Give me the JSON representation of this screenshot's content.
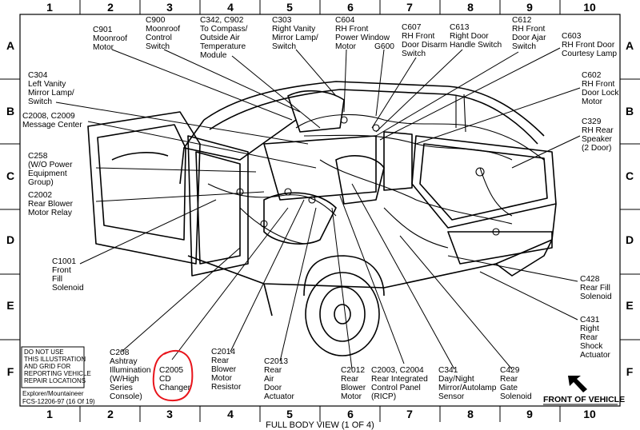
{
  "grid": {
    "columns": [
      "1",
      "2",
      "3",
      "4",
      "5",
      "6",
      "7",
      "8",
      "9",
      "10"
    ],
    "rows": [
      "A",
      "B",
      "C",
      "D",
      "E",
      "F"
    ]
  },
  "connectors": [
    {
      "id": "c901",
      "lines": [
        "C901",
        "Moonroof",
        "Motor"
      ]
    },
    {
      "id": "c900",
      "lines": [
        "C900",
        "Moonroof",
        "Control",
        "Switch"
      ]
    },
    {
      "id": "c342",
      "lines": [
        "C342, C902",
        "To Compass/",
        "Outside Air",
        "Temperature",
        "Module"
      ]
    },
    {
      "id": "c303",
      "lines": [
        "C303",
        "Right Vanity",
        "Mirror Lamp/",
        "Switch"
      ]
    },
    {
      "id": "c604",
      "lines": [
        "C604",
        "RH Front",
        "Power Window",
        "Motor"
      ]
    },
    {
      "id": "g600",
      "lines": [
        "G600"
      ]
    },
    {
      "id": "c607",
      "lines": [
        "C607",
        "RH Front",
        "Door Disarm",
        "Switch"
      ]
    },
    {
      "id": "c613",
      "lines": [
        "C613",
        "Right Door",
        "Handle Switch"
      ]
    },
    {
      "id": "c612",
      "lines": [
        "C612",
        "RH Front",
        "Door Ajar",
        "Switch"
      ]
    },
    {
      "id": "c603",
      "lines": [
        "C603",
        "RH Front Door",
        "Courtesy Lamp"
      ]
    },
    {
      "id": "c304",
      "lines": [
        "C304",
        "Left Vanity",
        "Mirror Lamp/",
        "Switch"
      ]
    },
    {
      "id": "c602",
      "lines": [
        "C602",
        "RH Front",
        "Door Lock",
        "Motor"
      ]
    },
    {
      "id": "c2008",
      "lines": [
        "C2008, C2009",
        "Message Center"
      ]
    },
    {
      "id": "c329",
      "lines": [
        "C329",
        "RH Rear",
        "Speaker",
        "(2 Door)"
      ]
    },
    {
      "id": "c258",
      "lines": [
        "C258",
        "(W/O Power",
        "Equipment",
        "Group)"
      ]
    },
    {
      "id": "c2002",
      "lines": [
        "C2002",
        "Rear Blower",
        "Motor Relay"
      ]
    },
    {
      "id": "c1001",
      "lines": [
        "C1001",
        "Front",
        "Fill",
        "Solenoid"
      ]
    },
    {
      "id": "c428",
      "lines": [
        "C428",
        "Rear Fill",
        "Solenoid"
      ]
    },
    {
      "id": "c431",
      "lines": [
        "C431",
        "Right",
        "Rear",
        "Shock",
        "Actuator"
      ]
    },
    {
      "id": "c208",
      "lines": [
        "C208",
        "Ashtray",
        "Illumination",
        "(W/High",
        "Series",
        "Console)"
      ]
    },
    {
      "id": "c2005",
      "lines": [
        "C2005",
        "CD",
        "Changer"
      ]
    },
    {
      "id": "c2014",
      "lines": [
        "C2014",
        "Rear",
        "Blower",
        "Motor",
        "Resistor"
      ]
    },
    {
      "id": "c2013",
      "lines": [
        "C2013",
        "Rear",
        "Air",
        "Door",
        "Actuator"
      ]
    },
    {
      "id": "c2012",
      "lines": [
        "C2012",
        "Rear",
        "Blower",
        "Motor"
      ]
    },
    {
      "id": "c2003",
      "lines": [
        "C2003, C2004",
        "Rear Integrated",
        "Control Panel",
        "(RICP)"
      ]
    },
    {
      "id": "c341",
      "lines": [
        "C341",
        "Day/Night",
        "Mirror/Autolamp",
        "Sensor"
      ]
    },
    {
      "id": "c429",
      "lines": [
        "C429",
        "Rear",
        "Gate",
        "Solenoid"
      ]
    }
  ],
  "notice": [
    "DO NOT USE",
    "THIS ILLUSTRATION",
    "AND GRID FOR",
    "REPORTING VEHICLE",
    "REPAIR LOCATIONS"
  ],
  "model": [
    "Explorer/Mountaineer",
    "FCS-12206-97 (16 Of 19)"
  ],
  "caption": "FULL BODY VIEW (1 OF 4)",
  "front_label": "FRONT OF VEHICLE",
  "colors": {
    "ink": "#000000",
    "highlight": "#e8141b",
    "background": "#ffffff"
  }
}
